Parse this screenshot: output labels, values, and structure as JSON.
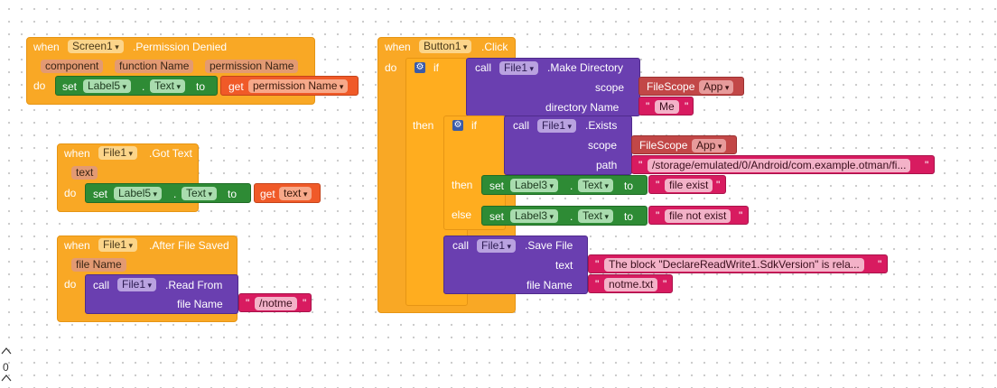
{
  "workspace": {
    "zoom_value": "0"
  },
  "block1": {
    "when": "when",
    "component": "Screen1",
    "event": ".Permission Denied",
    "params": [
      "component",
      "function Name",
      "permission Name"
    ],
    "do": "do",
    "set": "set",
    "target": "Label5",
    "prop": "Text",
    "to": "to",
    "get": "get",
    "get_var": "permission Name"
  },
  "block2": {
    "when": "when",
    "component": "File1",
    "event": ".Got Text",
    "param": "text",
    "do": "do",
    "set": "set",
    "target": "Label5",
    "prop": "Text",
    "to": "to",
    "get": "get",
    "get_var": "text"
  },
  "block3": {
    "when": "when",
    "component": "File1",
    "event": ".After File Saved",
    "param": "file Name",
    "do": "do",
    "call": "call",
    "call_comp": "File1",
    "method": ".Read From",
    "arg_label": "file Name",
    "arg_value": "/notme"
  },
  "block4": {
    "when": "when",
    "component": "Button1",
    "event": ".Click",
    "do": "do",
    "if": "if",
    "call": "call",
    "md_comp": "File1",
    "md_method": ".Make Directory",
    "md_scope_label": "scope",
    "md_scope_block": "FileScope",
    "md_scope_val": "App",
    "md_dir_label": "directory Name",
    "md_dir_val": "Me",
    "then": "then",
    "if2": "if",
    "ex_comp": "File1",
    "ex_method": ".Exists",
    "ex_scope_label": "scope",
    "ex_scope_block": "FileScope",
    "ex_scope_val": "App",
    "ex_path_label": "path",
    "ex_path_val": "/storage/emulated/0/Android/com.example.otman/fi...",
    "then2": "then",
    "set": "set",
    "l3": "Label3",
    "text_prop": "Text",
    "to": "to",
    "then_val": "file exist",
    "else": "else",
    "else_val": "file not  exist",
    "sf_comp": "File1",
    "sf_method": ".Save File",
    "sf_text_label": "text",
    "sf_text_val": "The block \"DeclareReadWrite1.SdkVersion\" is rela...",
    "sf_file_label": "file Name",
    "sf_file_val": "notme.txt"
  }
}
